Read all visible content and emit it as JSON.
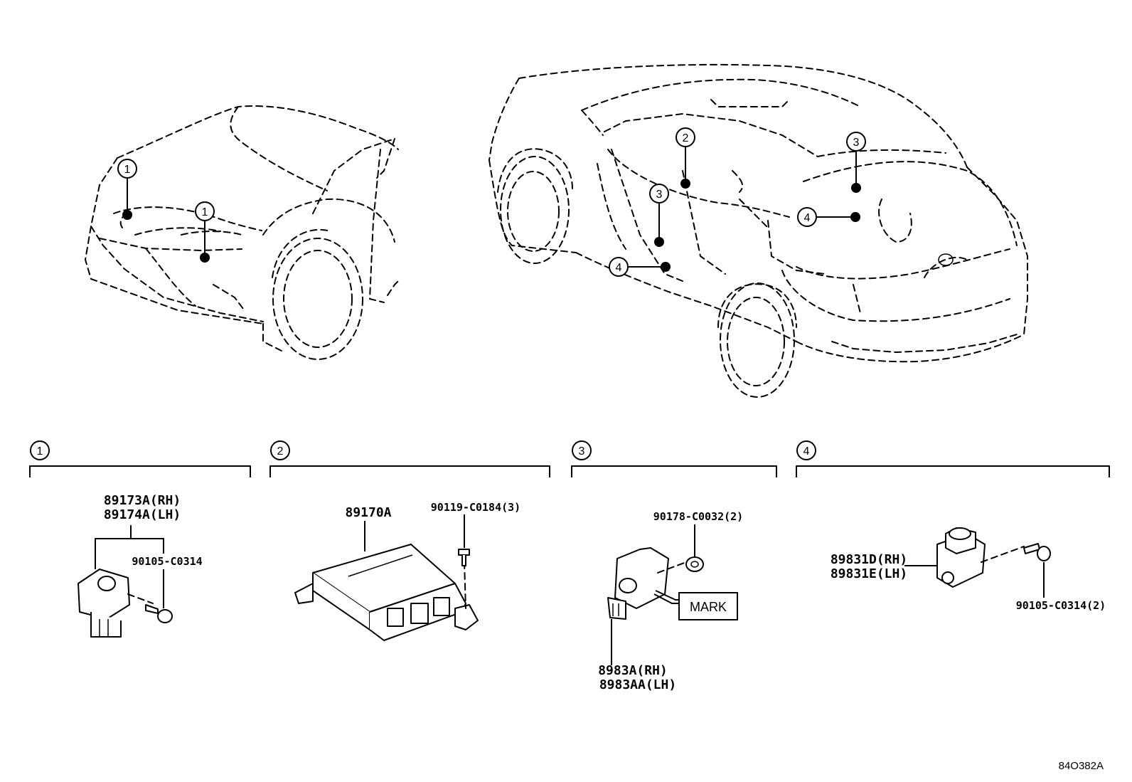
{
  "diagram": {
    "drawing_id": "84O382A",
    "callout_numbers": [
      "1",
      "2",
      "3",
      "4"
    ],
    "mark_label": "MARK",
    "sections": [
      {
        "number": "1",
        "parts": [
          {
            "code": "89173A(RH)"
          },
          {
            "code": "89174A(LH)"
          },
          {
            "code": "90105-C0314"
          }
        ]
      },
      {
        "number": "2",
        "parts": [
          {
            "code": "89170A"
          },
          {
            "code": "90119-C0184(3)"
          }
        ]
      },
      {
        "number": "3",
        "parts": [
          {
            "code": "90178-C0032(2)"
          },
          {
            "code": "8983A(RH)"
          },
          {
            "code": "8983AA(LH)"
          }
        ]
      },
      {
        "number": "4",
        "parts": [
          {
            "code": "89831D(RH)"
          },
          {
            "code": "89831E(LH)"
          },
          {
            "code": "90105-C0314(2)"
          }
        ]
      }
    ]
  }
}
